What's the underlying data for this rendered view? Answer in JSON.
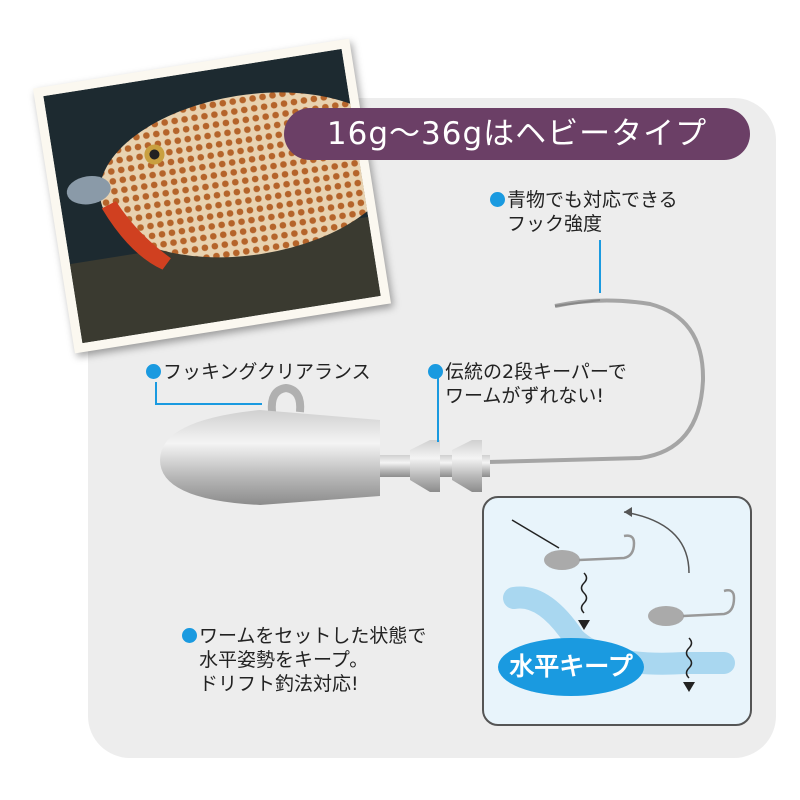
{
  "title": "16g〜36gはヘビータイプ",
  "callouts": {
    "hook_strength": [
      "青物でも対応できる",
      "フック強度"
    ],
    "clearance": [
      "フッキングクリアランス"
    ],
    "keeper": [
      "伝統の2段キーパーで",
      "ワームがずれない!"
    ],
    "horizontal": [
      "ワームをセットした状態で",
      "水平姿勢をキープ。",
      "ドリフト釣法対応!"
    ]
  },
  "inset": {
    "badge": "水平キープ"
  },
  "colors": {
    "accent": "#1a9ae0",
    "title_bg": "#6b3f66",
    "panel": "#ededed"
  }
}
